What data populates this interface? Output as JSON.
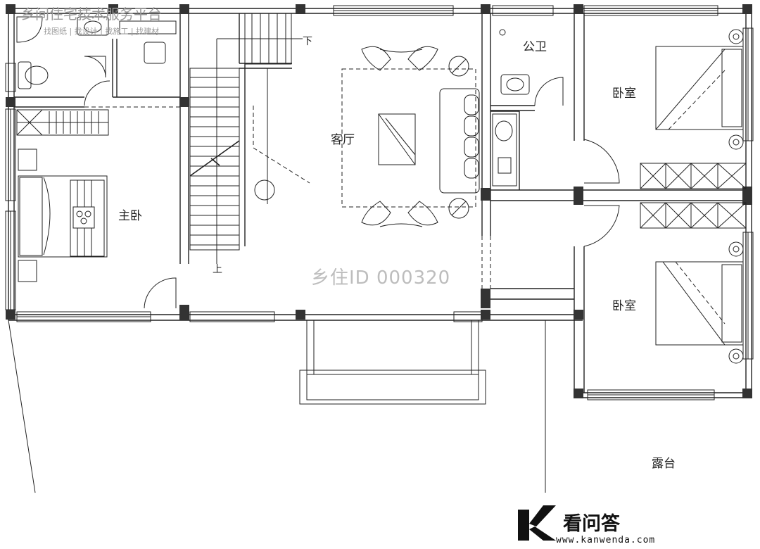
{
  "rooms": {
    "master_bedroom": "主卧",
    "living_room": "客厅",
    "public_bathroom": "公卫",
    "bedroom_top": "卧室",
    "bedroom_bottom": "卧室",
    "terrace": "露台"
  },
  "stair": {
    "up": "上",
    "down": "下"
  },
  "banner": {
    "title": "乡间住宅技术服务平台",
    "subtitle": "找图纸 | 找设计 | 找施工 | 找建材"
  },
  "watermark": "乡住ID 000320",
  "brand": {
    "name": "看问答",
    "url": "www.kanwenda.com",
    "logo_letter": "K"
  }
}
